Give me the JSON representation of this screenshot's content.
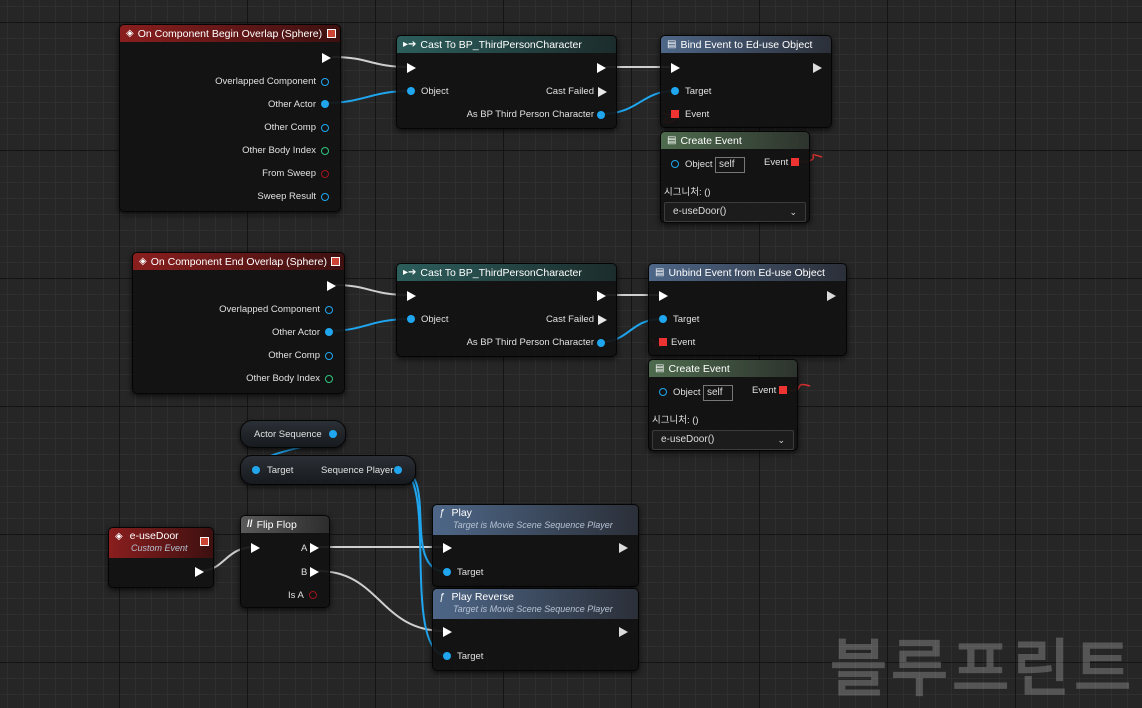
{
  "begin_overlap": {
    "title": "On Component Begin Overlap (Sphere)",
    "pins": [
      "Overlapped Component",
      "Other Actor",
      "Other Comp",
      "Other Body Index",
      "From Sweep",
      "Sweep Result"
    ]
  },
  "cast1": {
    "title": "Cast To BP_ThirdPersonCharacter",
    "object": "Object",
    "cast_failed": "Cast Failed",
    "as_bp": "As BP Third Person Character"
  },
  "bind": {
    "title": "Bind Event to Ed-use Object",
    "target": "Target",
    "event": "Event"
  },
  "create1": {
    "title": "Create Event",
    "object": "Object",
    "object_value": "self",
    "event": "Event",
    "signature": "시그니처: ()",
    "selected": "e-useDoor()"
  },
  "end_overlap": {
    "title": "On Component End Overlap (Sphere)",
    "pins": [
      "Overlapped Component",
      "Other Actor",
      "Other Comp",
      "Other Body Index"
    ]
  },
  "cast2": {
    "title": "Cast To BP_ThirdPersonCharacter",
    "object": "Object",
    "cast_failed": "Cast Failed",
    "as_bp": "As BP Third Person Character"
  },
  "unbind": {
    "title": "Unbind Event from Ed-use Object",
    "target": "Target",
    "event": "Event"
  },
  "create2": {
    "title": "Create Event",
    "object": "Object",
    "object_value": "self",
    "event": "Event",
    "signature": "시그니처: ()",
    "selected": "e-useDoor()"
  },
  "actor_sequence": {
    "label": "Actor Sequence"
  },
  "getter": {
    "target": "Target",
    "output": "Sequence Player"
  },
  "custom_event": {
    "title": "e-useDoor",
    "subtitle": "Custom Event"
  },
  "flipflop": {
    "title": "Flip Flop",
    "a": "A",
    "b": "B",
    "is_a": "Is A"
  },
  "play": {
    "title": "Play",
    "subtitle": "Target is Movie Scene Sequence Player",
    "target": "Target"
  },
  "play_reverse": {
    "title": "Play Reverse",
    "subtitle": "Target is Movie Scene Sequence Player",
    "target": "Target"
  },
  "watermark": "블루프린트",
  "colors": {
    "exec": "#ffffff",
    "object_pin": "#1fa6ef",
    "int_pin": "#2fc77c",
    "bool_pin": "#a0141b",
    "delegate": "#e33333",
    "event_header": "#7e1b1b"
  }
}
